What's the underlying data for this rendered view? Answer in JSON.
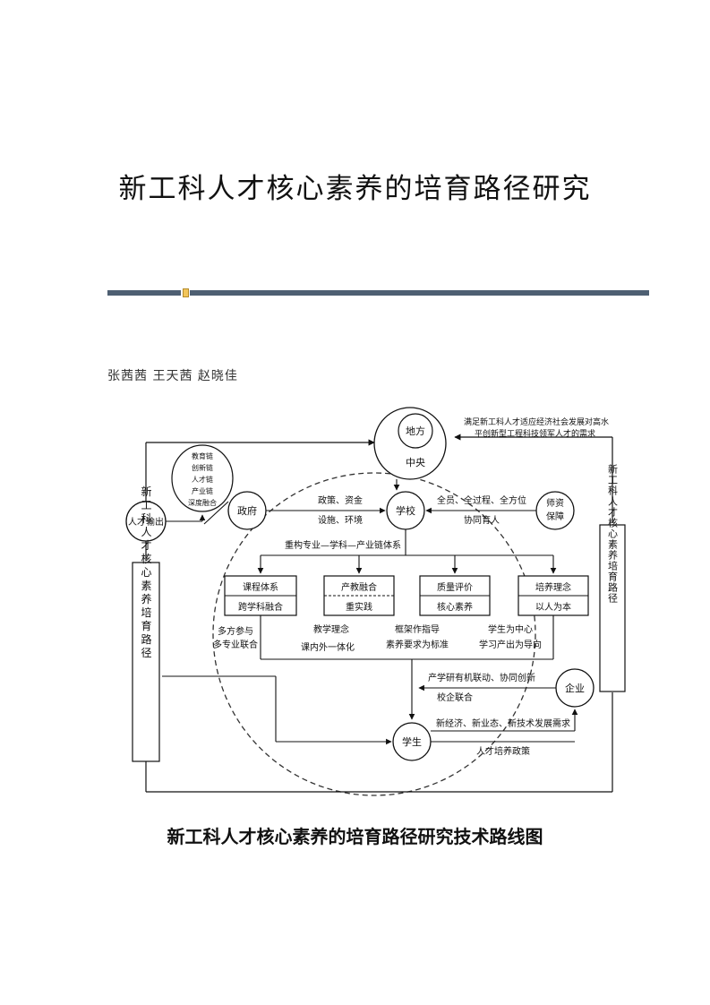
{
  "paper": {
    "title": "新工科人才核心素养的培育路径研究",
    "authors": "张茜茜  王天茜  赵晓佳",
    "caption": "新工科人才核心素养的培育路径研究技术路线图"
  },
  "diagram": {
    "top_note_1": "满足新工科人才适应经济社会发展对高水",
    "top_note_2": "平创新型工程科技领军人才的需求",
    "difang": "地方",
    "zhongyang": "中央",
    "xuexiao": "学校",
    "zhengfu": "政府",
    "shizi_1": "师资",
    "shizi_2": "保障",
    "rencai_shuchu": "人才输出",
    "qiye": "企业",
    "xuesheng": "学生",
    "oval_items": [
      "教育链",
      "创新链",
      "人才链",
      "产业链",
      "深度融合"
    ],
    "zc_zijin": "政策、资金",
    "ct_huanjing": "设施、环境",
    "quanyuan": "全员、全过程、全方位",
    "xietong_yuren": "协同育人",
    "chonggou": "重构专业—学科—产业链体系",
    "boxes": [
      {
        "top": "课程体系",
        "bottom": "跨学科融合"
      },
      {
        "top": "产教融合",
        "bottom": "重实践"
      },
      {
        "top": "质量评价",
        "bottom": "核心素养"
      },
      {
        "top": "培养理念",
        "bottom": "以人为本"
      }
    ],
    "notes": [
      [
        "多方参与",
        "多专业联合"
      ],
      [
        "教学理念",
        "课内外一体化"
      ],
      [
        "框架作指导",
        "素养要求为标准"
      ],
      [
        "学生为中心",
        "学习产出为导向"
      ]
    ],
    "chanxue": "产学研有机联动、协同创新",
    "xiaoqi": "校企联合",
    "xin_jingji": "新经济、新业态、新技术发展需求",
    "rencai_zhengce": "人才培养政策",
    "left_vertical": "新工科人才核心素养培育路径",
    "right_vertical": "新工科人才核心素养培育路径"
  }
}
